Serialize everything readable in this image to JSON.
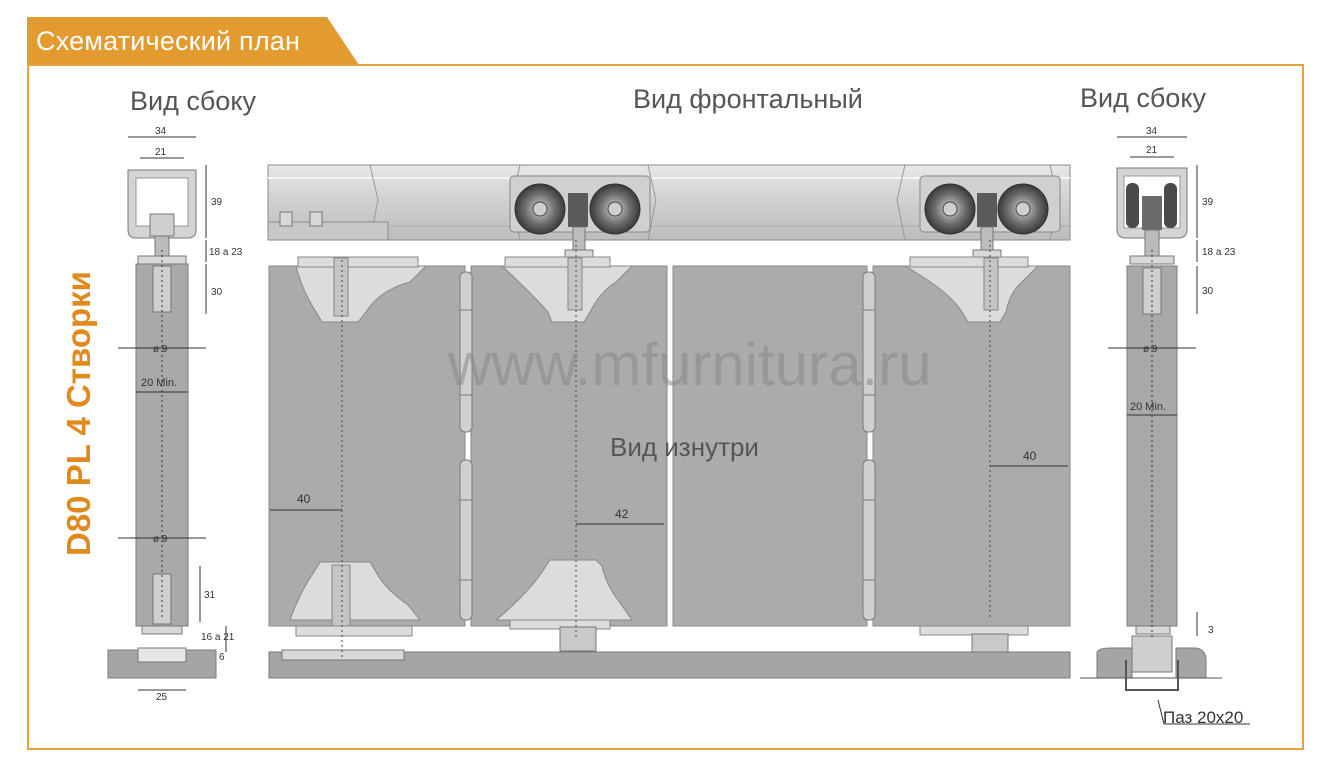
{
  "header": {
    "title": "Схематический план",
    "accent": "#e39a2f"
  },
  "headings": {
    "side_left": "Вид сбоку",
    "front": "Вид фронтальный",
    "side_right": "Вид сбоку"
  },
  "product_title": "D80 PL 4 Створки",
  "watermark": "www.mfurnitura.ru",
  "inner_label": "Вид изнутри",
  "slot_label": "Паз 20x20",
  "dimensions": {
    "top_width": "34",
    "inner_width": "21",
    "rail_height": "39",
    "gap_top": "18 a 23",
    "screw_depth_top": "30",
    "drill_diameter": "ø 9",
    "min_thickness": "20 Min.",
    "screw_depth_bottom": "31",
    "gap_bottom": "16 a 21",
    "guide_height": "6",
    "guide_width": "25",
    "right_gap_bottom": "3",
    "offset_left": "40",
    "offset_middle": "42",
    "offset_right": "40"
  }
}
